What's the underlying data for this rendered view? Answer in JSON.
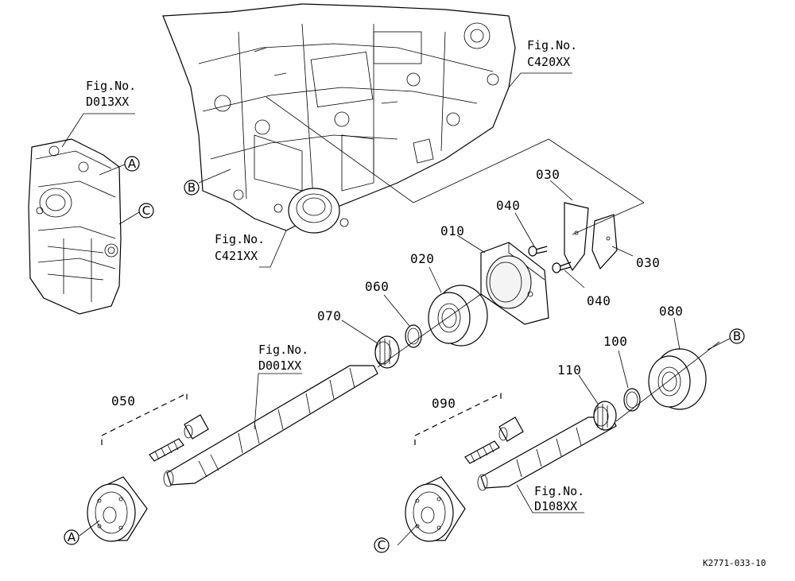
{
  "diagram": {
    "figure_refs": {
      "d013": {
        "line1": "Fig.No.",
        "line2": "D013XX"
      },
      "c420": {
        "line1": "Fig.No.",
        "line2": "C420XX"
      },
      "c421": {
        "line1": "Fig.No.",
        "line2": "C421XX"
      },
      "d001": {
        "line1": "Fig.No.",
        "line2": "D001XX"
      },
      "d108": {
        "line1": "Fig.No.",
        "line2": "D108XX"
      }
    },
    "part_numbers": {
      "p010": "010",
      "p020": "020",
      "p030_top": "030",
      "p030_right": "030",
      "p040_top": "040",
      "p040_bottom": "040",
      "p050": "050",
      "p060": "060",
      "p070": "070",
      "p080": "080",
      "p090": "090",
      "p100": "100",
      "p110": "110"
    },
    "connectors": {
      "a_top": "A",
      "a_bottom": "A",
      "b_left": "B",
      "b_right": "B",
      "c_top": "C",
      "c_bottom": "C"
    },
    "drawing_code": "K2771-033-10"
  }
}
